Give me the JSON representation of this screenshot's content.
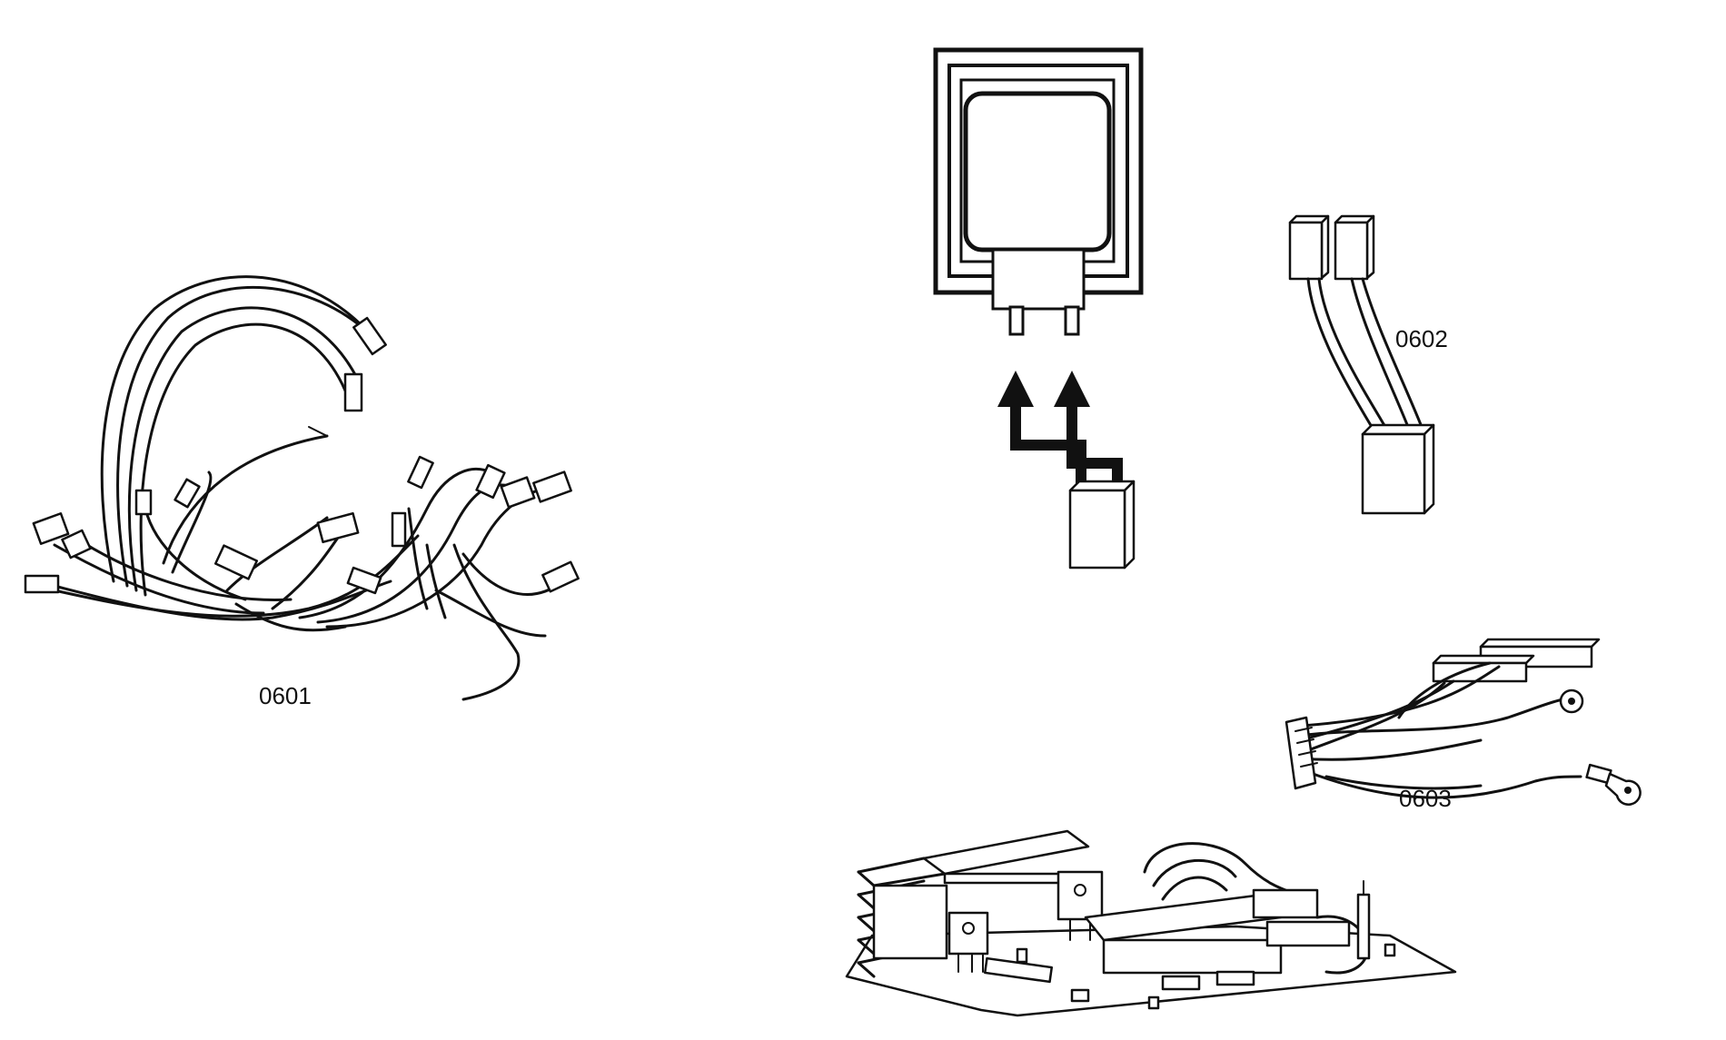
{
  "parts": [
    {
      "id": "0601",
      "label": "0601"
    },
    {
      "id": "0602",
      "label": "0602"
    },
    {
      "id": "0603",
      "label": "0603"
    }
  ]
}
